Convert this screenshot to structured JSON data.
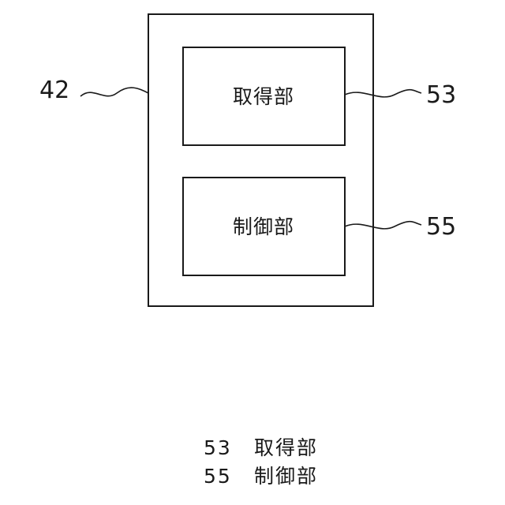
{
  "diagram": {
    "outer_ref": "42",
    "blocks": [
      {
        "ref": "53",
        "label": "取得部"
      },
      {
        "ref": "55",
        "label": "制御部"
      }
    ]
  },
  "legend": [
    {
      "ref": "53",
      "name": "取得部"
    },
    {
      "ref": "55",
      "name": "制御部"
    }
  ]
}
